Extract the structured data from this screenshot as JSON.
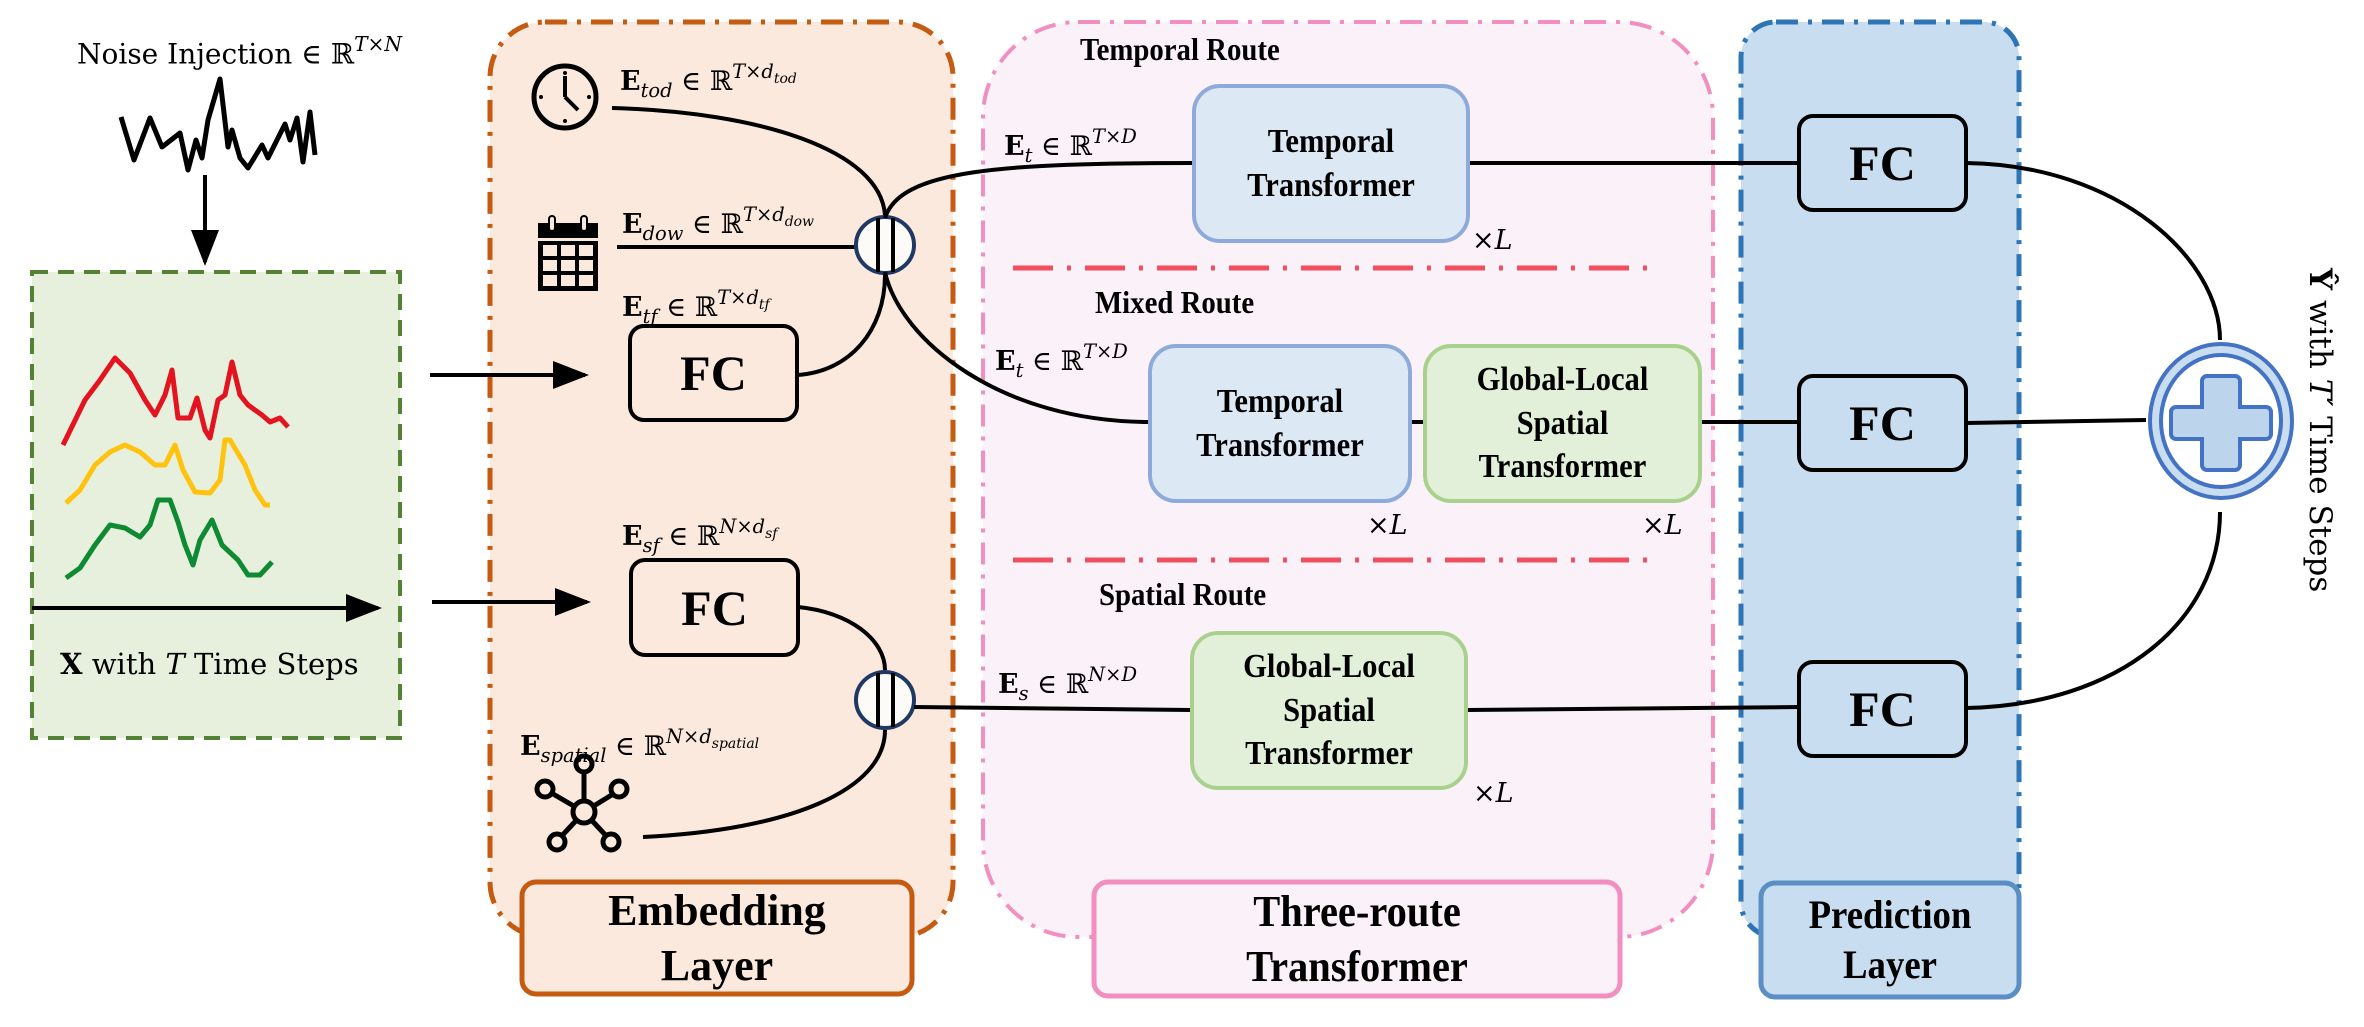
{
  "input": {
    "noise_label": "Noise Injection ∈ ℝ",
    "noise_sup": "T×N",
    "x_label_bold": "X",
    "x_label_mid": " with ",
    "x_label_italic": "T",
    "x_label_end": " Time Steps",
    "series_colors": [
      "#e3141f",
      "#ffc20e",
      "#0e8a32"
    ]
  },
  "embedding": {
    "title_line1": "Embedding",
    "title_line2": "Layer",
    "e_tod": {
      "base": "E",
      "sub": "tod",
      "mid": " ∈ ℝ",
      "sup": "T×d",
      "supsub": "tod"
    },
    "e_dow": {
      "base": "E",
      "sub": "dow",
      "mid": " ∈ ℝ",
      "sup": "T×d",
      "supsub": "dow"
    },
    "e_tf": {
      "base": "E",
      "sub": "tf",
      "mid": " ∈ ℝ",
      "sup": "T×d",
      "supsub": "tf"
    },
    "e_sf": {
      "base": "E",
      "sub": "sf",
      "mid": " ∈ ℝ",
      "sup": "N×d",
      "supsub": "sf"
    },
    "e_spatial": {
      "base": "E",
      "sub": "spatial",
      "mid": " ∈ ℝ",
      "sup": "N×d",
      "supsub": "spatial"
    },
    "fc_temporal": "FC",
    "fc_spatial": "FC",
    "icons": [
      "clock-icon",
      "calendar-icon",
      "graph-network-icon",
      "concat-icon"
    ]
  },
  "three_route": {
    "title_line1": "Three-route",
    "title_line2": "Transformer",
    "temporal_route": {
      "title": "Temporal Route",
      "input": {
        "base": "E",
        "sub": "t",
        "mid": " ∈ ℝ",
        "sup": "T×D"
      },
      "blocks": [
        {
          "line1": "Temporal",
          "line2": "Transformer",
          "repeat": "×L"
        }
      ]
    },
    "mixed_route": {
      "title": "Mixed Route",
      "input": {
        "base": "E",
        "sub": "t",
        "mid": " ∈ ℝ",
        "sup": "T×D"
      },
      "blocks": [
        {
          "line1": "Temporal",
          "line2": "Transformer",
          "repeat": "×L"
        },
        {
          "line1": "Global-Local",
          "line2": "Spatial",
          "line3": "Transformer",
          "repeat": "×L"
        }
      ]
    },
    "spatial_route": {
      "title": "Spatial Route",
      "input": {
        "base": "E",
        "sub": "s",
        "mid": " ∈ ℝ",
        "sup": "N×D"
      },
      "blocks": [
        {
          "line1": "Global-Local",
          "line2": "Spatial",
          "line3": "Transformer",
          "repeat": "×L"
        }
      ]
    }
  },
  "prediction": {
    "title_line1": "Prediction",
    "title_line2": "Layer",
    "fc_labels": [
      "FC",
      "FC",
      "FC"
    ],
    "sum_icon": "plus-sum-icon"
  },
  "output": {
    "label_bold": "Ŷ",
    "label_mid": " with ",
    "label_italic": "T′",
    "label_end": " Time Steps"
  },
  "colors": {
    "embedding_border": "#c55a11",
    "embedding_fill": "#fbe9dd",
    "three_route_border": "#f08fc0",
    "three_route_fill": "#fbf1f8",
    "prediction_border": "#2e75b6",
    "prediction_fill": "#c9ddf0",
    "input_border": "#548235",
    "input_fill": "#e6f0dd",
    "temporal_block_fill": "#dde8f5",
    "temporal_block_border": "#8eaadb",
    "spatial_block_fill": "#e2efd9",
    "spatial_block_border": "#a9d18e",
    "separator": "#f04f5e",
    "sum_blue": "#4472c4"
  }
}
